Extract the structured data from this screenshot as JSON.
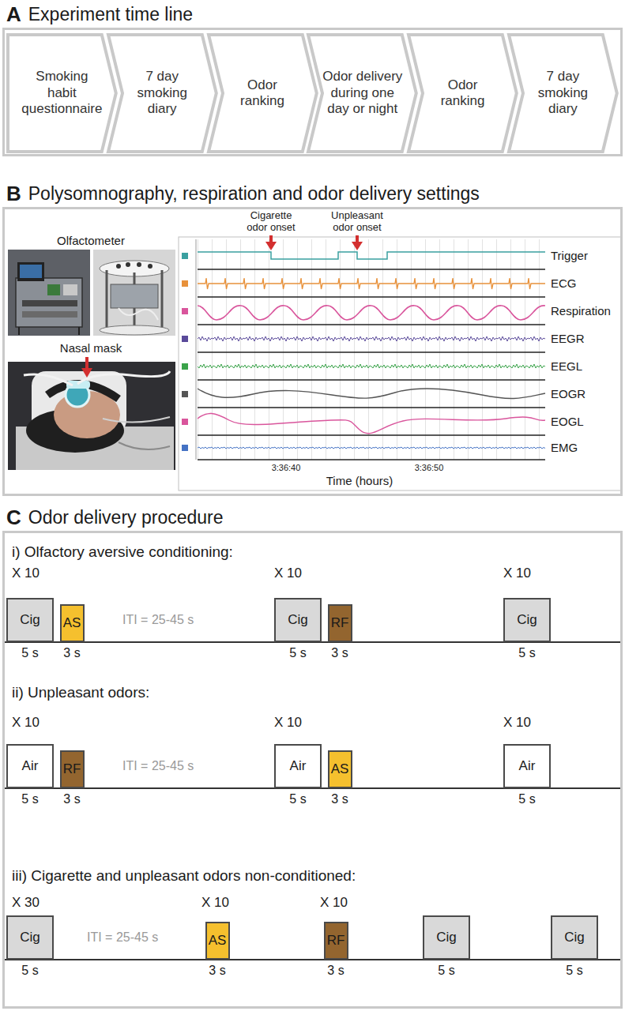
{
  "diagram": {
    "nodes": [
      {
        "text": [
          "A",
          "Experiment time line"
        ]
      },
      {
        "text": [
          "Smoking habit questionnaire"
        ],
        "in": 0
      },
      {
        "text": [
          "7 day smoking diary"
        ],
        "in": 0
      },
      {
        "text": [
          "Odor ranking"
        ],
        "in": 0
      },
      {
        "text": [
          "Odor delivery during one day or night"
        ],
        "in": 0
      },
      {
        "text": [
          "Odor ranking"
        ],
        "in": 0
      },
      {
        "text": [
          "7 day smoking diary"
        ],
        "in": 0
      },
      {
        "text": [
          "B",
          "Polysomnography, respiration and odor delivery settings"
        ]
      },
      {
        "text": [
          "C",
          "Odor delivery procedure"
        ]
      },
      {
        "text": [
          "Cig"
        ],
        "in": 8
      },
      {
        "text": [
          "AS"
        ],
        "in": 8
      },
      {
        "text": [
          "Cig"
        ],
        "in": 8
      },
      {
        "text": [
          "RF"
        ],
        "in": 8
      },
      {
        "text": [
          "Cig"
        ],
        "in": 8
      },
      {
        "text": [
          "Air"
        ],
        "in": 8
      },
      {
        "text": [
          "RF"
        ],
        "in": 8
      },
      {
        "text": [
          "Air"
        ],
        "in": 8
      },
      {
        "text": [
          "AS"
        ],
        "in": 8
      },
      {
        "text": [
          "Air"
        ],
        "in": 8
      },
      {
        "text": [
          "Cig"
        ],
        "in": 8
      },
      {
        "text": [
          "AS"
        ],
        "in": 8
      },
      {
        "text": [
          "RF"
        ],
        "in": 8
      },
      {
        "text": [
          "Cig"
        ],
        "in": 8
      },
      {
        "text": [
          "Cig"
        ],
        "in": 8
      }
    ],
    "labels": [
      "Olfactometer",
      "Nasal mask",
      "Cigarette odor onset",
      "Unpleasant odor onset",
      "Trigger",
      "ECG",
      "Respiration",
      "EEGR",
      "EEGL",
      "EOGR",
      "EOGL",
      "EMG",
      "3:36:40",
      "3:36:50",
      "Time (hours)",
      "i) Olfactory aversive conditioning:",
      "X 10",
      "X 10",
      "X 10",
      "5 s",
      "3 s",
      "ITI = 25-45 s",
      "5 s",
      "3 s",
      "5 s",
      "ii) Unpleasant odors:",
      "X 10",
      "X 10",
      "X 10",
      "5 s",
      "3 s",
      "ITI = 25-45 s",
      "5 s",
      "3 s",
      "5 s",
      "iii) Cigarette and unpleasant odors non-conditioned:",
      "X 30",
      "X 10",
      "X 10",
      "5 s",
      "ITI = 25-45 s",
      "3 s",
      "3 s",
      "5 s",
      "5 s"
    ]
  }
}
